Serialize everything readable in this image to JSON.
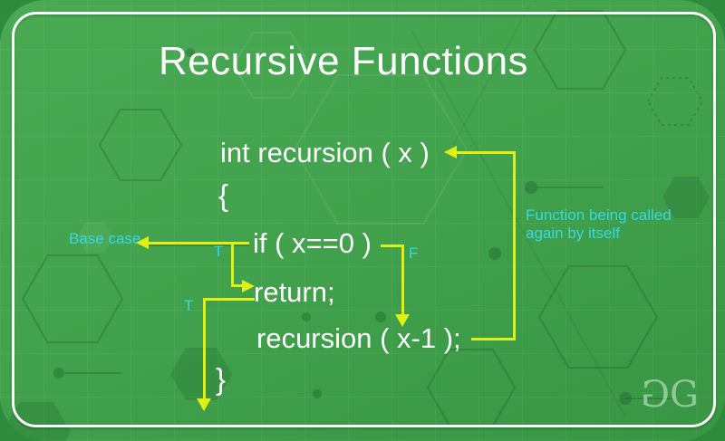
{
  "title": "Recursive Functions",
  "code": {
    "signature": "int recursion ( x )",
    "open_brace": "{",
    "condition": "if ( x==0 )",
    "base_return": "return;",
    "recursive_call": "recursion ( x-1 );",
    "close_brace": "}"
  },
  "labels": {
    "base_case": "Base case",
    "true_upper": "T",
    "true_lower": "T",
    "false_branch": "F",
    "callback_note_line1": "Function being called",
    "callback_note_line2": "again by itself"
  },
  "logo": {
    "letter_left": "G",
    "letter_right": "G"
  },
  "colors": {
    "panel_green": "#41a14c",
    "corner_green": "#2e8b3d",
    "arrow_yellow": "#e0f012",
    "label_cyan": "#38d8e8",
    "text_white": "#ffffff"
  }
}
